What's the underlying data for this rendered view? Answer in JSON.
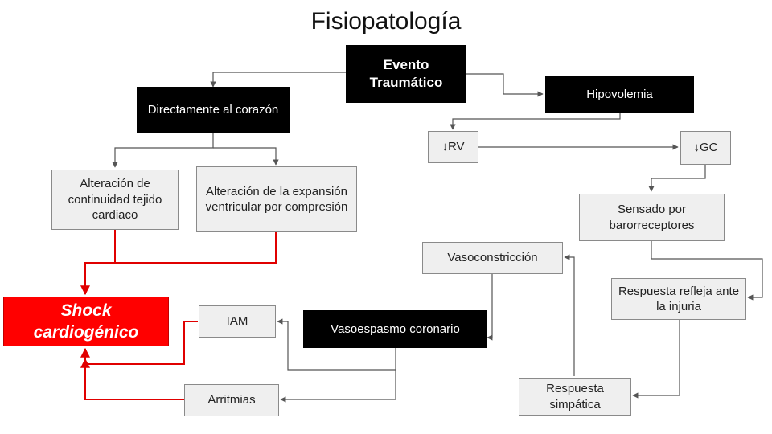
{
  "title": "Fisiopatología",
  "nodes": {
    "evento": "Evento Traumático",
    "directamente": "Directamente al corazón",
    "hipovolemia": "Hipovolemia",
    "rv": "↓RV",
    "gc": "↓GC",
    "alteracion_continuidad": "Alteración de continuidad tejido cardiaco",
    "alteracion_expansion": "Alteración de la expansión ventricular por compresión",
    "sensado": "Sensado por barorreceptores",
    "vasoconstriccion": "Vasoconstricción",
    "respuesta_refleja": "Respuesta refleja ante la injuria",
    "shock": "Shock cardiogénico",
    "iam": "IAM",
    "vasoespasmo": "Vasoespasmo coronario",
    "arritmias": "Arritmias",
    "respuesta_simpatica": "Respuesta simpática"
  },
  "colors": {
    "connector": "#555555",
    "shock_connector": "#e00000",
    "shock_fill": "#ff0000",
    "dark_fill": "#000000",
    "light_fill": "#efefef"
  }
}
